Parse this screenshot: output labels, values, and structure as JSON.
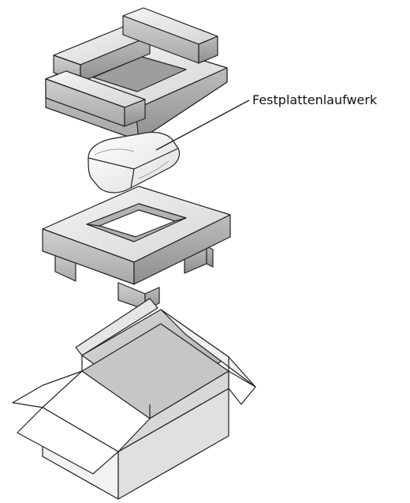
{
  "diagram": {
    "callout": {
      "label": "Festplattenlaufwerk"
    },
    "parts": [
      {
        "name": "top-foam-packing-insert"
      },
      {
        "name": "hard-drive"
      },
      {
        "name": "bottom-foam-packing-insert"
      },
      {
        "name": "shipping-box"
      }
    ],
    "colors": {
      "outline": "#222222",
      "foam_light": "#eeeeee",
      "foam_mid": "#cccccc",
      "foam_dark": "#9a9a9a",
      "box_inside": "#b8b8b8"
    }
  }
}
